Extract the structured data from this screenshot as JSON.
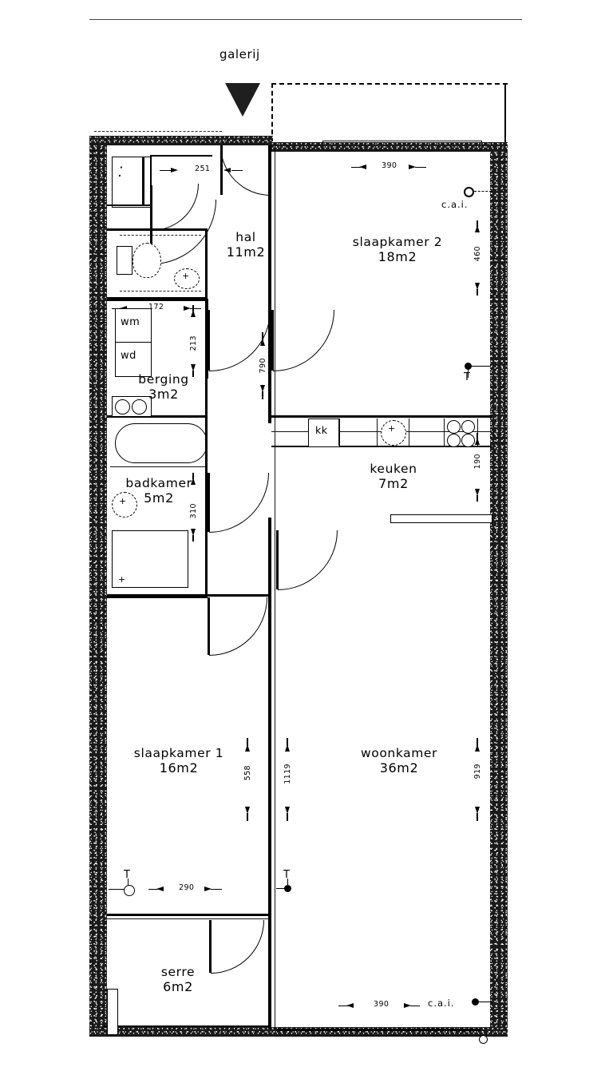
{
  "document": {
    "type": "apartment-floor-plan",
    "language": "nl",
    "units": "cm",
    "area_unit": "m2"
  },
  "annotations": {
    "galerij": "galerij",
    "entrance_marker": "entrance-triangle"
  },
  "rooms": [
    {
      "id": "hal",
      "name": "hal",
      "area": "11m2"
    },
    {
      "id": "berging",
      "name": "berging",
      "area": "3m2"
    },
    {
      "id": "badkamer",
      "name": "badkamer",
      "area": "5m2"
    },
    {
      "id": "slaapkamer1",
      "name": "slaapkamer  1",
      "area": "16m2"
    },
    {
      "id": "slaapkamer2",
      "name": "slaapkamer  2",
      "area": "18m2"
    },
    {
      "id": "keuken",
      "name": "keuken",
      "area": "7m2"
    },
    {
      "id": "woonkamer",
      "name": "woonkamer",
      "area": "36m2"
    },
    {
      "id": "serre",
      "name": "serre",
      "area": "6m2"
    }
  ],
  "dimensions": {
    "hal_width": "251",
    "slaapkamer2_width": "390",
    "slaapkamer2_height": "460",
    "toilet_width": "172",
    "berging_height": "213",
    "hal_height": "790",
    "badkamer_height": "310",
    "keuken_height": "190",
    "slaapkamer1_height": "558",
    "corridor_height": "1119",
    "woonkamer_height": "919",
    "slaapkamer1_width": "290",
    "woonkamer_width": "390"
  },
  "fixtures": {
    "washing_machine": "wm",
    "dryer": "wd",
    "kitchen_cabinet": "kk"
  },
  "services": {
    "cai_label": "c.a.i.",
    "thermostat_label": "T"
  },
  "colors": {
    "ink": "#000000",
    "wall_fill": "#1a1a1a",
    "paper": "#ffffff"
  }
}
